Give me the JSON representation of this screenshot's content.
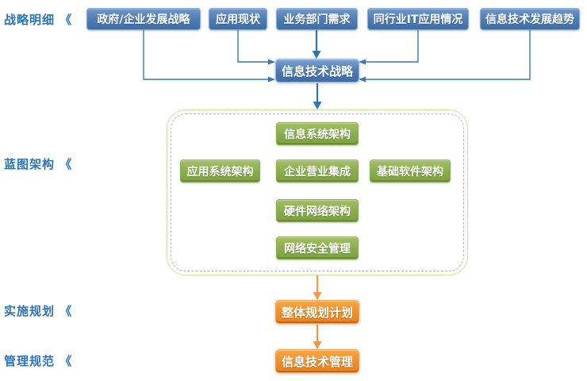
{
  "section_labels": {
    "strategy": "战略明细 《",
    "blueprint": "蓝图架构 《",
    "implementation": "实施规划 《",
    "governance": "管理规范 《"
  },
  "inputs": {
    "gov_strategy": "政府/企业发展战略",
    "app_status": "应用现状",
    "biz_needs": "业务部门需求",
    "peer_it": "同行业IT应用情况",
    "it_trends": "信息技术发展趋势"
  },
  "strategy": {
    "it_strategy": "信息技术战略"
  },
  "blueprint": {
    "info_sys_arch": "信息系统架构",
    "app_sys_arch": "应用系统架构",
    "biz_integration": "企业营业集成",
    "base_software_arch": "基础软件架构",
    "hw_network_arch": "硬件网络架构",
    "network_security": "网络安全管理"
  },
  "implementation": {
    "overall_plan": "整体规划计划"
  },
  "governance": {
    "it_management": "信息技术管理"
  },
  "colors": {
    "blue_box": "#4d7bb2",
    "blue_box_border": "#8fadd3",
    "green_box": "#88ac4c",
    "green_box_border": "#8fae54",
    "orange_box": "#ef8d2c",
    "connector_blue": "#3a77bb",
    "connector_orange": "#f79646",
    "side_label_text": "#2e74b5",
    "dashed_outer_border": "#cbe3a3",
    "dashed_inner_border": "#b3b3b3",
    "box_text": "#ffffff"
  }
}
